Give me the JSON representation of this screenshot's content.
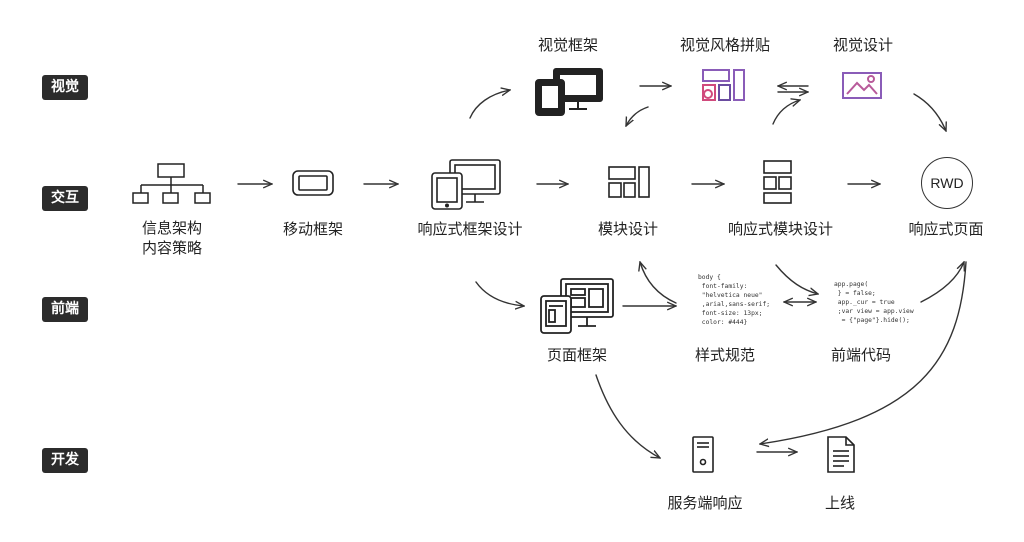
{
  "lanes": {
    "visual": "视觉",
    "interaction": "交互",
    "frontend": "前端",
    "development": "开发"
  },
  "nodes": {
    "info_arch": "信息架构",
    "content_strategy": "内容策略",
    "mobile_frame": "移动框架",
    "responsive_frame_design": "响应式框架设计",
    "module_design": "模块设计",
    "responsive_module_design": "响应式模块设计",
    "responsive_page": "响应式页面",
    "visual_frame": "视觉框架",
    "visual_style_collage": "视觉风格拼贴",
    "visual_design": "视觉设计",
    "page_frame": "页面框架",
    "style_spec": "样式规范",
    "frontend_code": "前端代码",
    "server_response": "服务端响应",
    "go_live": "上线"
  },
  "rwd_text": "RWD",
  "style_code": "body {\n font-family:\n \"helvetica neue\"\n ,arial,sans-serif;\n font-size: 13px;\n color: #444}",
  "frontend_snippet": "app.page(\n } = false;\n app._cur = true\n ;var view = app.view\n  = {\"page\"}.hide();"
}
